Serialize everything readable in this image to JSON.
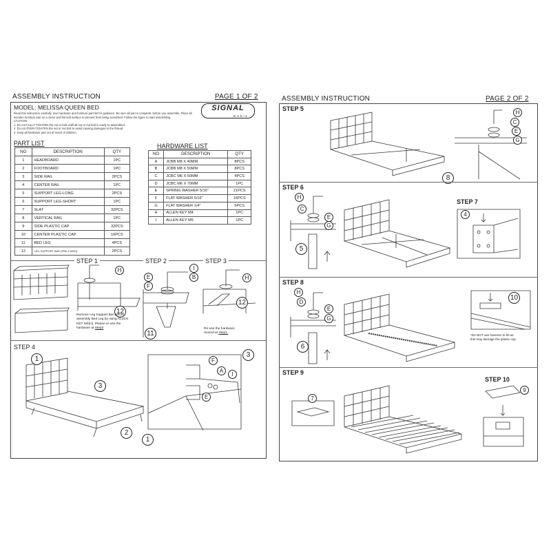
{
  "page1": {
    "title": "ASSEMBLY INSTRUCTION",
    "page_label": "PAGE 1 OF 2",
    "model": "MODEL:  MELISSA QUEEN BED",
    "brand": "SIGNAL",
    "brand_sub": "meble",
    "intro": "Read this instruction carefully. See hardware and furniture part list for guidance. Be sure all part is complete, before you assemble. Place all wooden furniture part on a clean and flat soft surface to prevent from being scratched. Follow the figure to start assembling.",
    "caution_title": "CAUTION:",
    "cautions": [
      "1. Do not FULLY-TIGHTEN the nut or bolt untill all nut or nut bolt is ready to assembled.",
      "2. Do not OVER-TIGHTEN the nut or nut bolt to avoid causing damages to the thread.",
      "3. Keep all hardware part out of reach of children."
    ],
    "part_list": {
      "title": "PART LIST",
      "headers": [
        "NO",
        "DESCRIPTION",
        "QTY"
      ],
      "rows": [
        [
          "1",
          "HEADBOARD",
          "1PC"
        ],
        [
          "2",
          "FOOTBOARD",
          "1PC"
        ],
        [
          "3",
          "SIDE RAIL",
          "2PCS"
        ],
        [
          "4",
          "CENTER RAIL",
          "1PC"
        ],
        [
          "5",
          "SUPPORT LEG-LONG",
          "2PCS"
        ],
        [
          "6",
          "SUPPORT LEG-SHORT",
          "1PC"
        ],
        [
          "7",
          "SLAT",
          "32PCS"
        ],
        [
          "8",
          "VERTICAL RAIL",
          "1PC"
        ],
        [
          "9",
          "SIDE PLASTIC CAP",
          "32PCS"
        ],
        [
          "10",
          "CENTER PLASTIC CAP",
          "16PCS"
        ],
        [
          "11",
          "BED LEG",
          "4PCS"
        ],
        [
          "12",
          "LEG SUPPORT BAR (PRE-FIXED)",
          "2PCS"
        ]
      ]
    },
    "hardware_list": {
      "title": "HARDWARE LIST",
      "headers": [
        "NO",
        "DESCRIPTION",
        "QTY"
      ],
      "rows": [
        [
          "A",
          "JCBB M8 X 40MM",
          "8PCS"
        ],
        [
          "B",
          "JCBB M8 X 50MM",
          "8PCS"
        ],
        [
          "C",
          "JCBC M6 X 50MM",
          "4PCS"
        ],
        [
          "D",
          "JCBC M6 X 70MM",
          "1PC"
        ],
        [
          "E",
          "SPRING WASHER 5/16\"",
          "21PCS"
        ],
        [
          "F",
          "FLAT WASHER 5/16\"",
          "16PCS"
        ],
        [
          "G",
          "FLAT WASHER 1/4\"",
          "5PCS"
        ],
        [
          "H",
          "ALLEN KEY M4",
          "1PC"
        ],
        [
          "I",
          "ALLEN KEY M5",
          "1PC"
        ]
      ]
    },
    "step1": {
      "title": "STEP 1",
      "callouts": [
        "H",
        "12"
      ],
      "note": "Remove Leg Support Bar before assembly Bed Leg by using ALLEN KEY M4(H). Please re-use the hardware at",
      "note_link": "Step3"
    },
    "step2": {
      "title": "STEP 2",
      "callouts": [
        "I",
        "E",
        "B",
        "F",
        "11"
      ]
    },
    "step3": {
      "title": "STEP 3",
      "callouts": [
        "H",
        "12"
      ],
      "note": "Re-use the hardware reoved at",
      "note_link": "Step1."
    },
    "step4": {
      "title": "STEP 4",
      "callouts": [
        "1",
        "3",
        "2",
        "F",
        "A",
        "I",
        "E",
        "3",
        "1"
      ]
    }
  },
  "page2": {
    "title": "ASSEMBLY INSTRUCTION",
    "page_label": "PAGE 2 OF 2",
    "step5": {
      "title": "STEP 5",
      "callouts": [
        "H",
        "C",
        "E",
        "G",
        "8"
      ]
    },
    "step6": {
      "title": "STEP 6",
      "callouts": [
        "H",
        "C",
        "E",
        "G",
        "5"
      ]
    },
    "step7": {
      "title": "STEP 7",
      "callouts": [
        "4"
      ]
    },
    "step8": {
      "title": "STEP 8",
      "callouts": [
        "H",
        "D",
        "E",
        "G",
        "6",
        "10"
      ],
      "note": "*Do NOT use hammer to hit as this may damage the plastic cap."
    },
    "step9": {
      "title": "STEP 9",
      "callouts": [
        "7"
      ]
    },
    "step10": {
      "title": "STEP 10",
      "callouts": [
        "9"
      ]
    }
  }
}
